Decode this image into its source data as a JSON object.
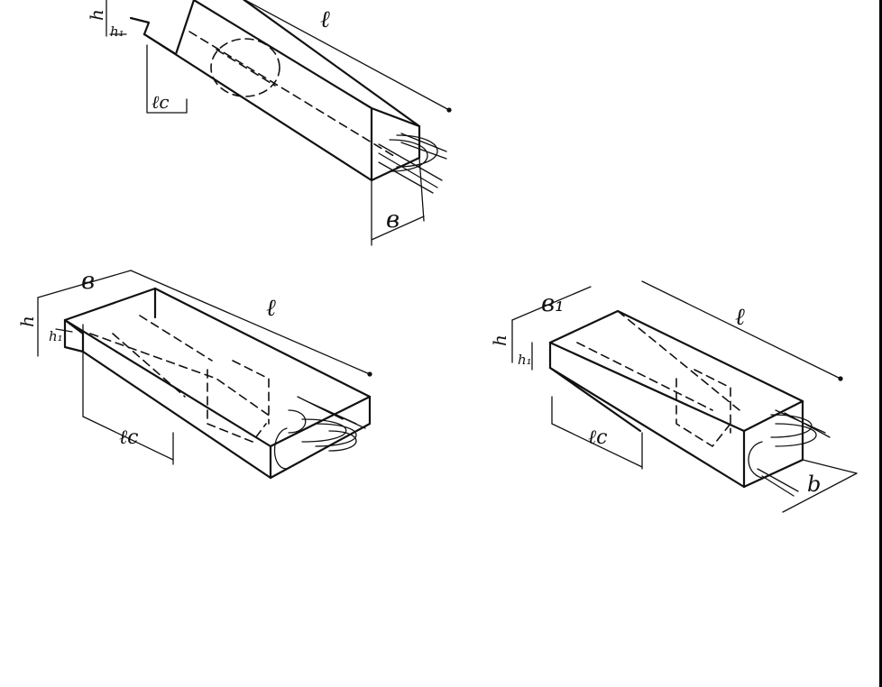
{
  "diagram": {
    "background": "#ffffff",
    "ink_color": "#111111",
    "figures": [
      {
        "name": "upper-beam",
        "labels": {
          "length": "ℓ",
          "width": "в",
          "height": "h",
          "short_height": "h₁",
          "chamfer": "ℓс"
        }
      },
      {
        "name": "lower-left-beam",
        "labels": {
          "length": "ℓ",
          "width": "в",
          "height": "h",
          "short_height": "h₁",
          "chamfer": "ℓс"
        }
      },
      {
        "name": "lower-right-beam",
        "labels": {
          "length": "ℓ",
          "width": "b",
          "top_width": "в₁",
          "height": "h",
          "short_height": "h₁",
          "chamfer": "ℓс"
        }
      }
    ]
  }
}
